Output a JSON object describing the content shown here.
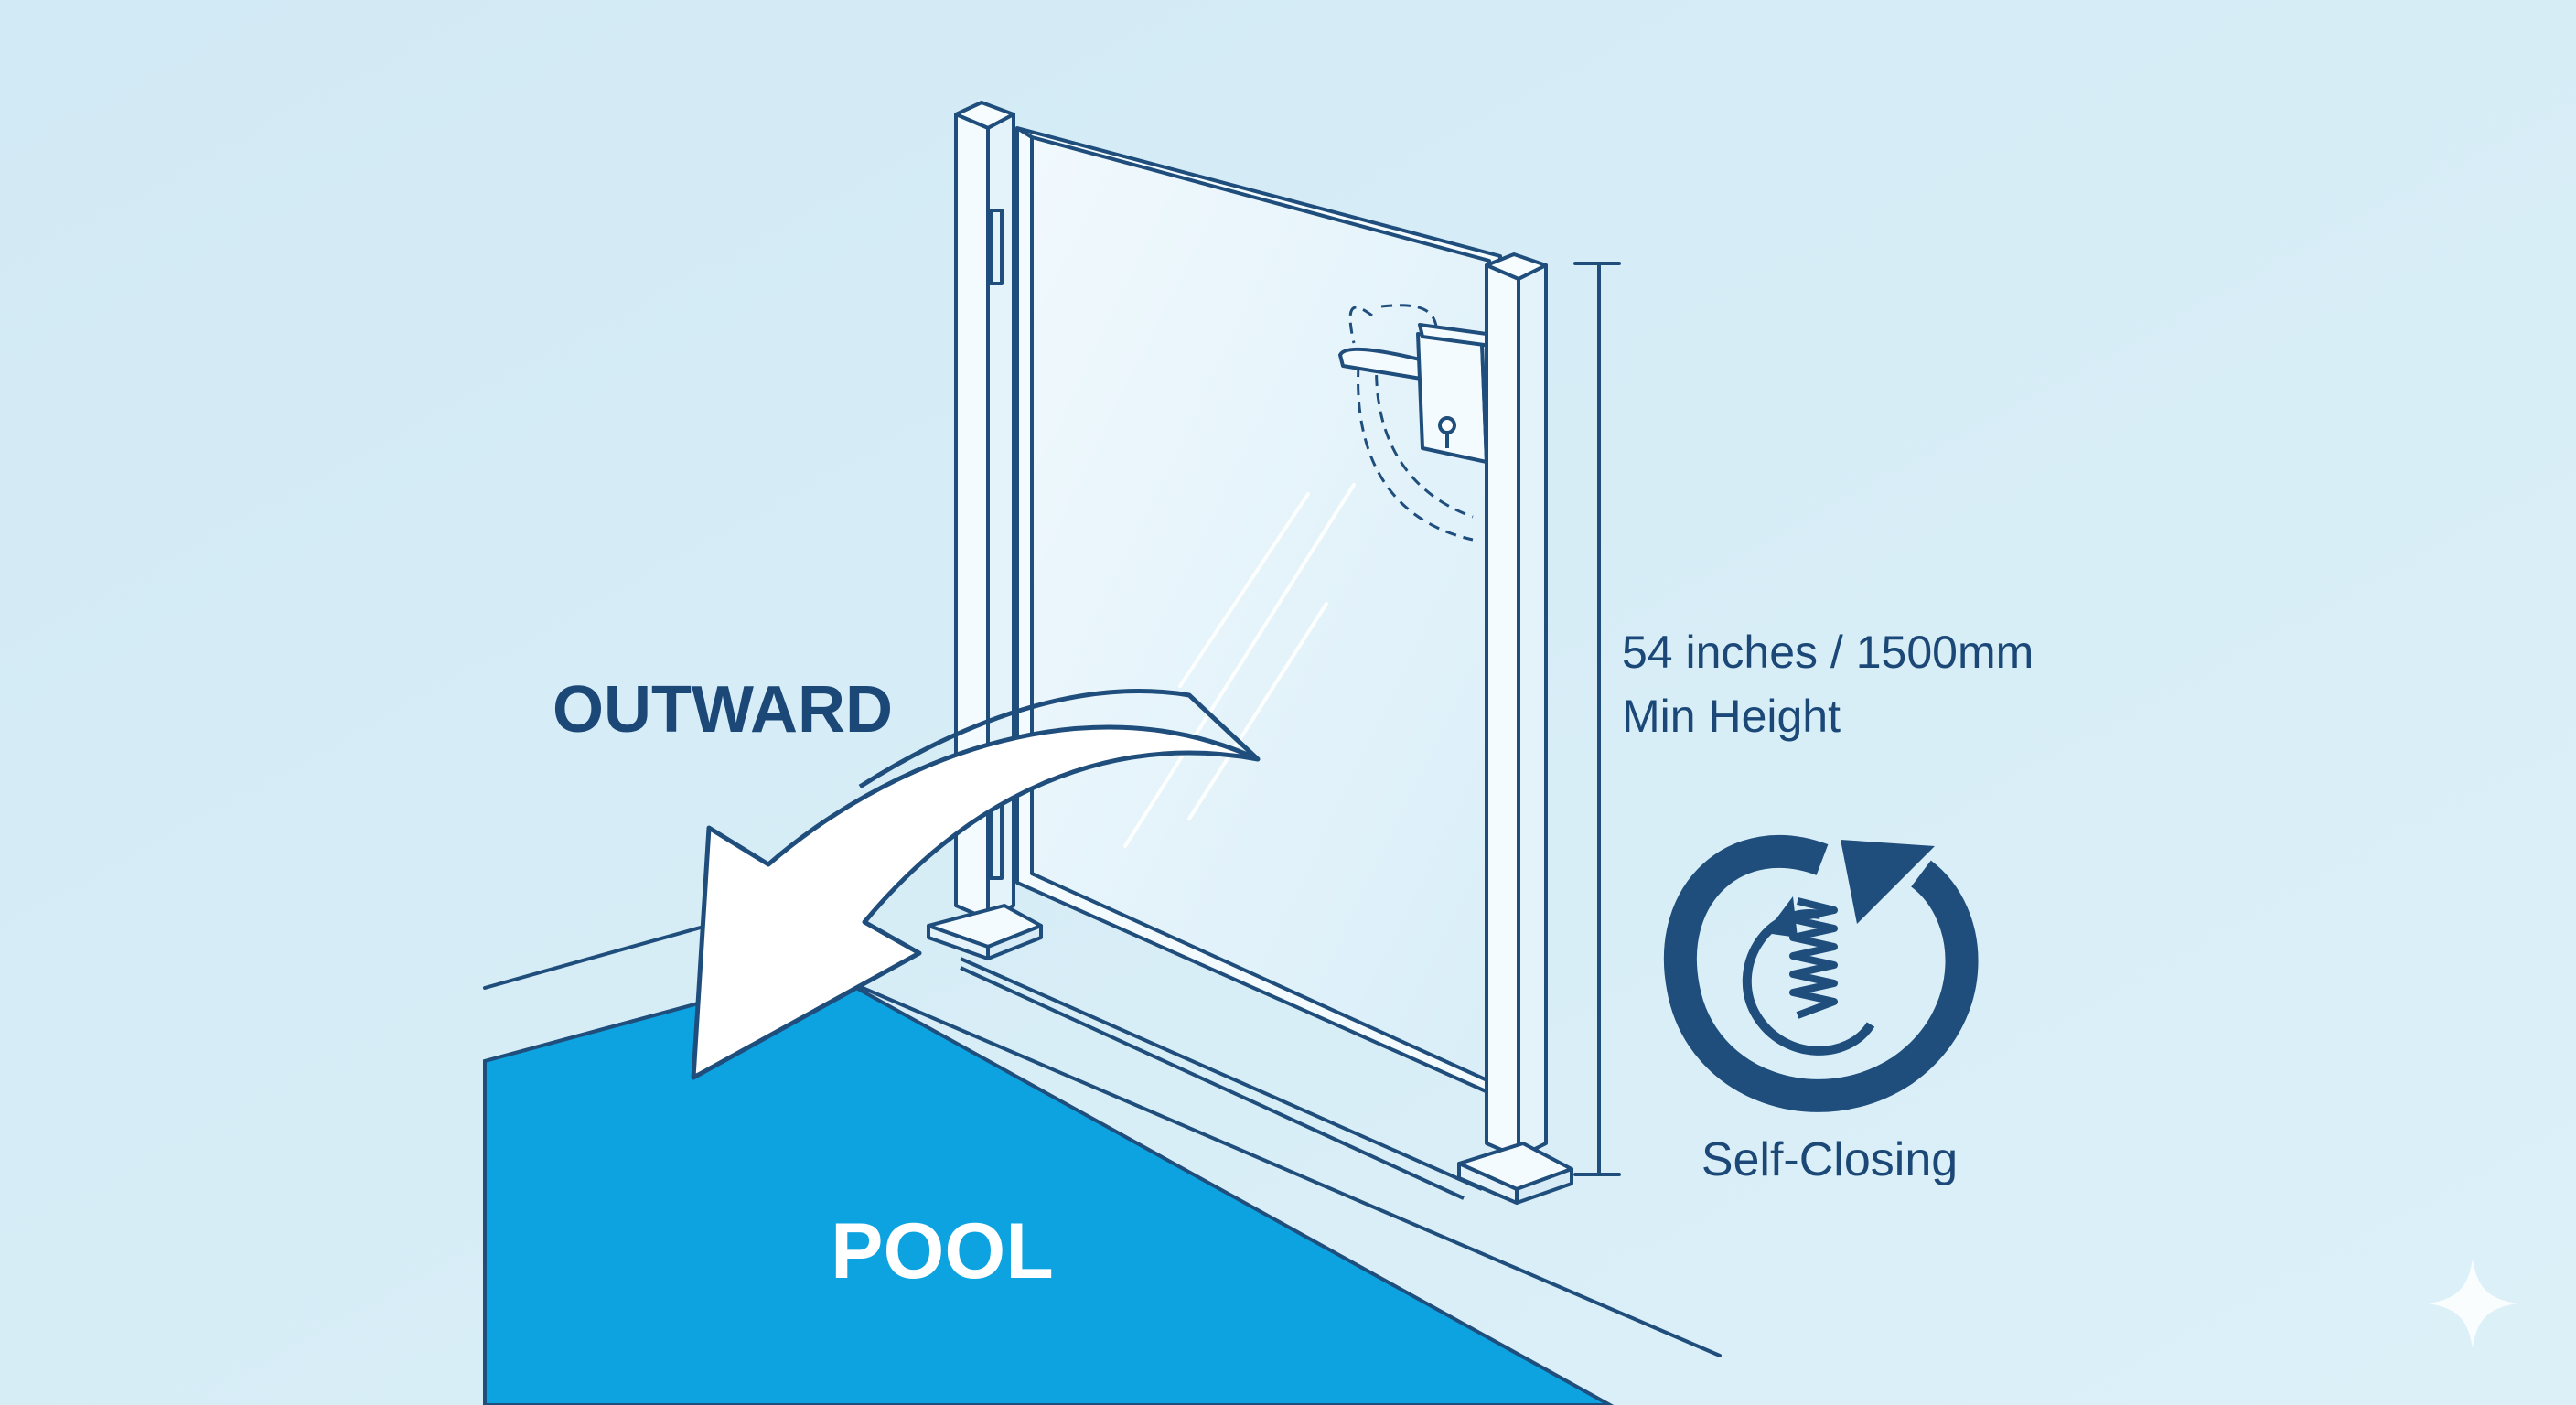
{
  "labels": {
    "outward": "OUTWARD",
    "pool": "POOL",
    "height_line1": "54 inches / 1500mm",
    "height_line2": "Min Height",
    "self_closing": "Self-Closing"
  },
  "icons": {
    "swing_arrow": "curved-arrow-icon",
    "self_closing": "spring-cycle-icon",
    "corner_mark": "sparkle-icon"
  },
  "colors": {
    "background": "#d6ecf6",
    "pool": "#0ca3e0",
    "line": "#1f4e7c",
    "text": "#1b4877",
    "pool_text": "#ffffff",
    "glass": "#e6f4fb",
    "frame": "#f4fbfe",
    "arrow_fill": "#ffffff"
  }
}
